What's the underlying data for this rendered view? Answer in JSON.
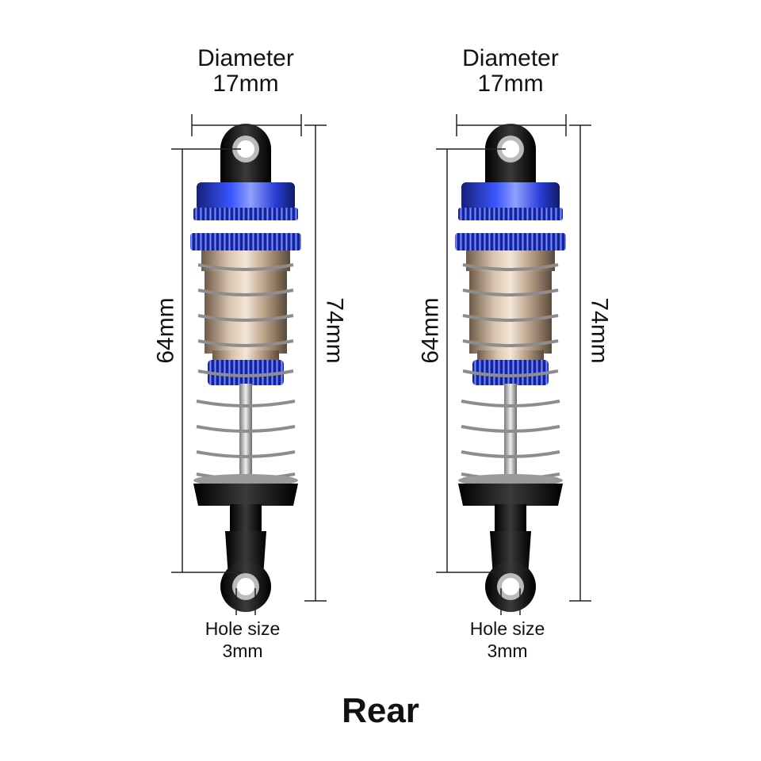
{
  "products": [
    {
      "diameter_label": "Diameter",
      "diameter_value": "17mm",
      "length_closed": "64mm",
      "length_total": "74mm",
      "hole_label": "Hole size",
      "hole_value": "3mm"
    },
    {
      "diameter_label": "Diameter",
      "diameter_value": "17mm",
      "length_closed": "64mm",
      "length_total": "74mm",
      "hole_label": "Hole size",
      "hole_value": "3mm"
    }
  ],
  "caption": "Rear",
  "colors": {
    "anodized_blue": "#2a3fd6",
    "spring_steel": "#9a9a9a",
    "body_bronze": "#c9b39a",
    "mount_black": "#111111"
  }
}
